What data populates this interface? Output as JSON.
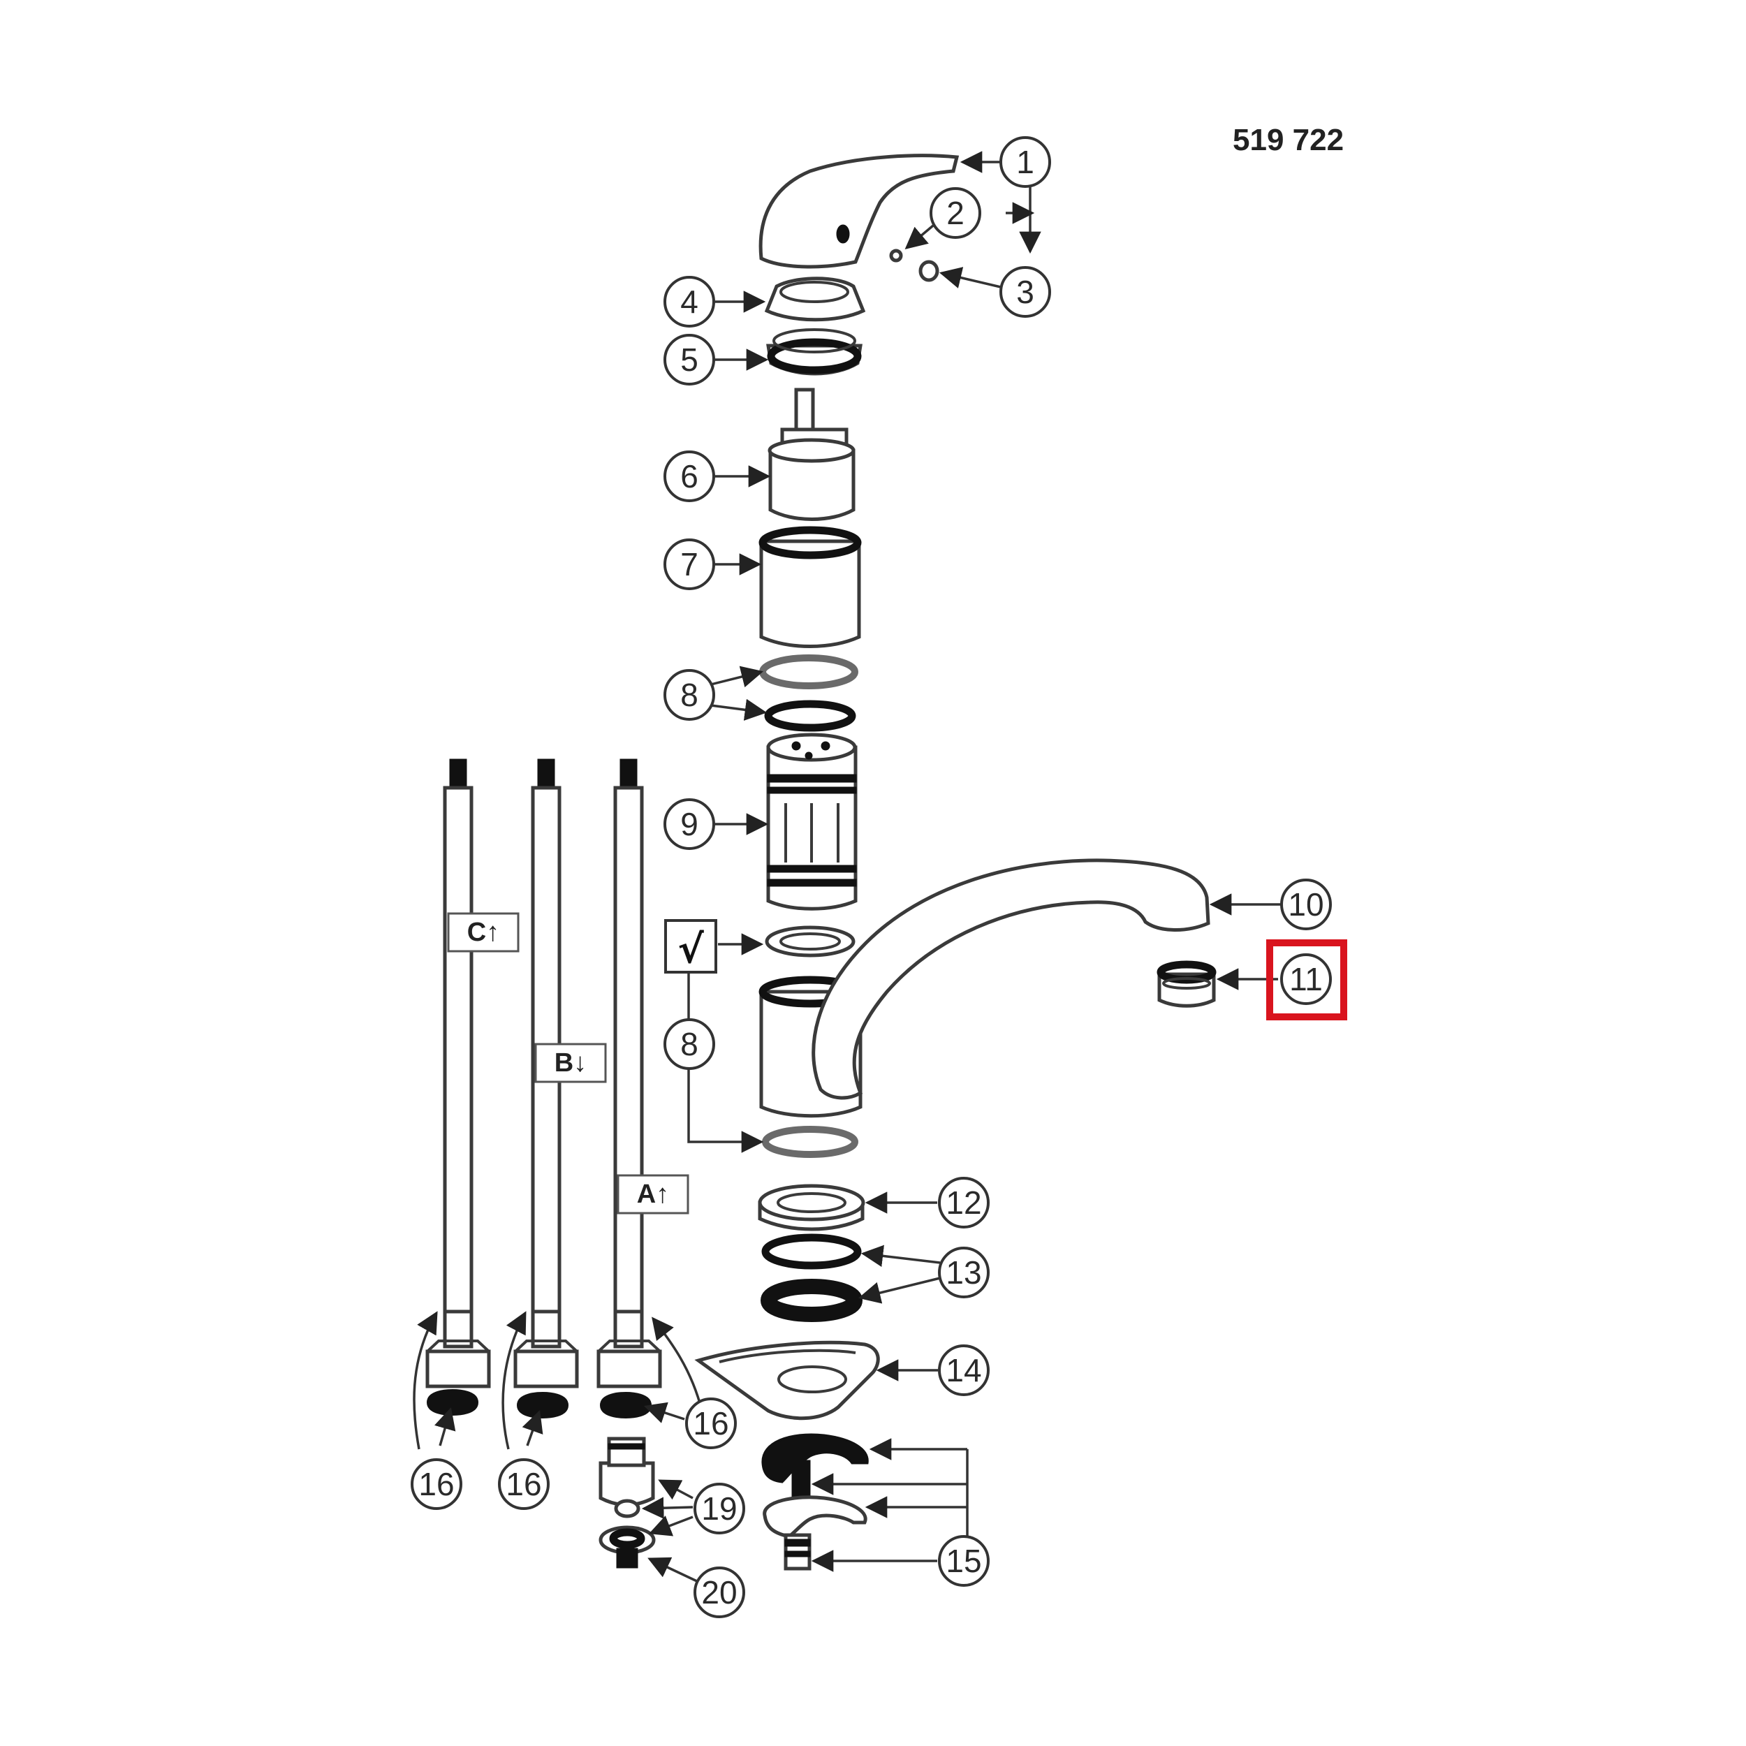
{
  "diagram": {
    "model_number": "519 722",
    "callouts": [
      "1",
      "2",
      "3",
      "4",
      "5",
      "6",
      "7",
      "8",
      "9",
      "10",
      "11",
      "12",
      "13",
      "14",
      "15",
      "16",
      "19",
      "20"
    ],
    "highlighted_callout": "11",
    "highlight_color": "#d9141e",
    "hose_labels": [
      "C↑",
      "B↓",
      "A↑"
    ],
    "check_symbol": "√"
  }
}
